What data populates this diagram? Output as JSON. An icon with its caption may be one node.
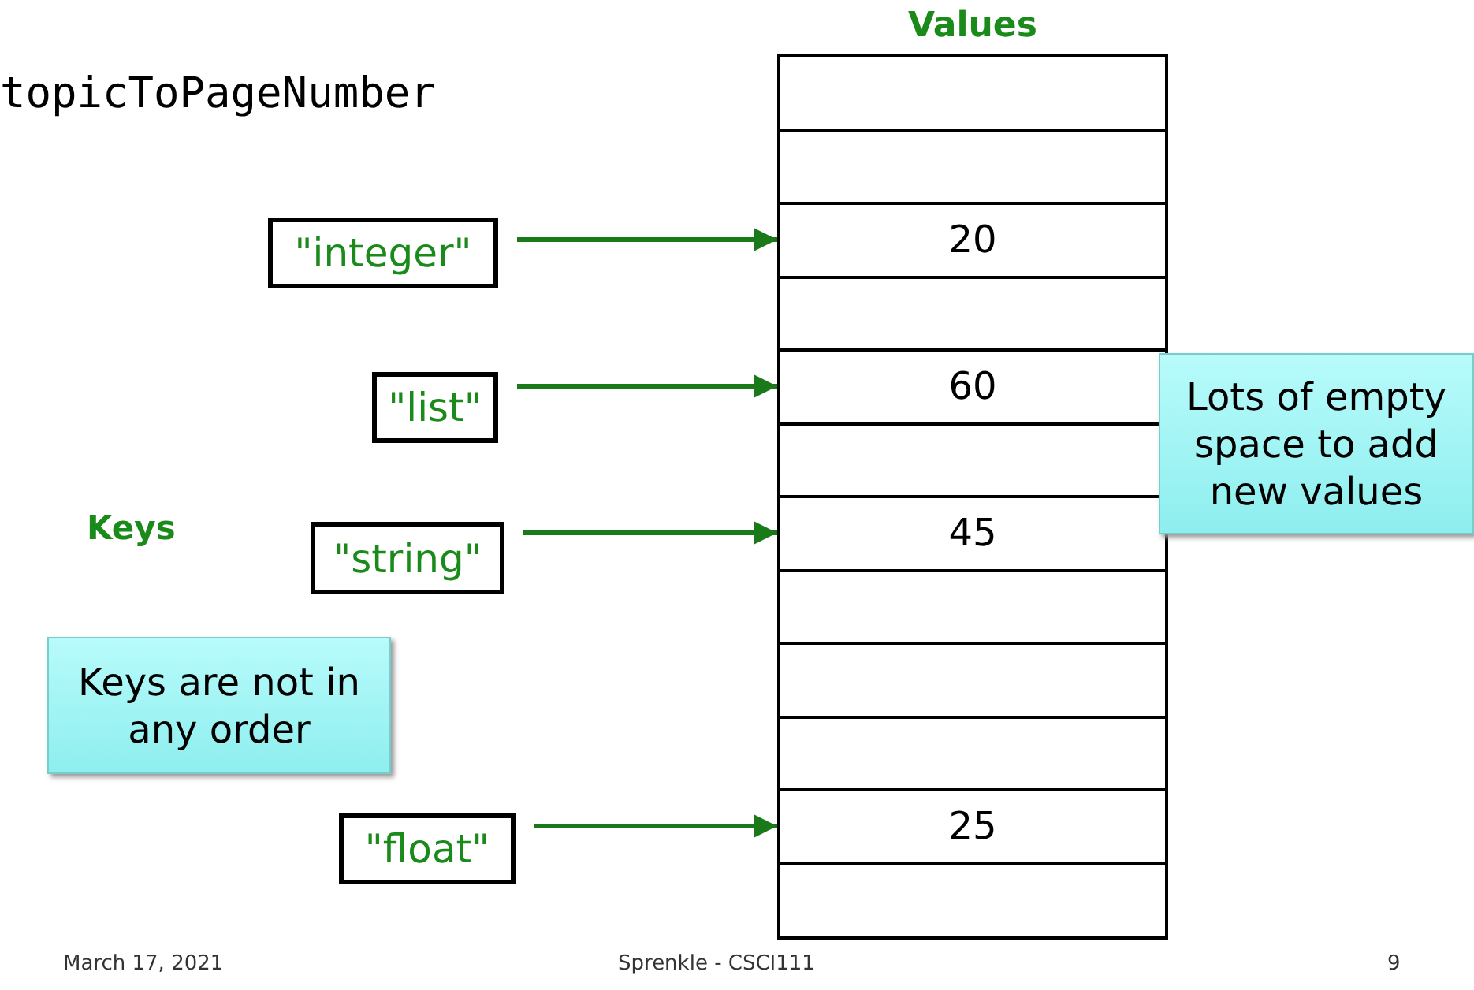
{
  "diagram": {
    "nodes": [
      {
        "text": [
          "Values"
        ]
      },
      {
        "text": [],
        "shape": "box",
        "in": 0
      },
      {
        "text": [],
        "shape": "box",
        "in": 0
      },
      {
        "text": [
          "20"
        ],
        "in": 0
      },
      {
        "text": [],
        "shape": "box",
        "in": 0
      },
      {
        "text": [
          "60"
        ],
        "in": 0
      },
      {
        "text": [],
        "shape": "box",
        "in": 0
      },
      {
        "text": [
          "45"
        ],
        "in": 0
      },
      {
        "text": [],
        "shape": "box",
        "in": 0
      },
      {
        "text": [],
        "shape": "box",
        "in": 0
      },
      {
        "text": [],
        "shape": "box",
        "in": 0
      },
      {
        "text": [
          "25"
        ],
        "in": 0
      },
      {
        "text": [],
        "shape": "box",
        "in": 0
      },
      {
        "text": [
          "\"integer\""
        ]
      },
      {
        "text": [
          "\"list\""
        ]
      },
      {
        "text": [
          "\"string\""
        ]
      },
      {
        "text": [
          "\"float\""
        ]
      },
      {
        "text": [
          "Lots of empty space to add new values"
        ]
      },
      {
        "text": [
          "Keys are not in any order"
        ]
      }
    ],
    "edges": [
      {
        "from": 13,
        "to": 3,
        "arrow": "to"
      },
      {
        "from": 14,
        "to": 5,
        "arrow": "to"
      },
      {
        "from": 15,
        "to": 7,
        "arrow": "to"
      },
      {
        "from": 16,
        "to": 11,
        "arrow": "to"
      }
    ],
    "labels": [
      "topicToPageNumber",
      "Keys",
      "March 17, 2021",
      "Sprenkle - CSCI111",
      "9"
    ]
  }
}
